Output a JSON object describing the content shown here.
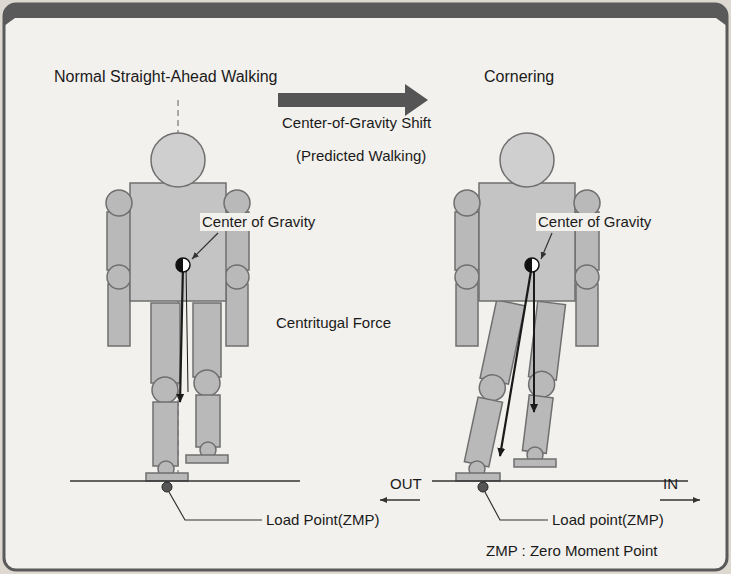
{
  "diagram": {
    "labels": [
      "Normal Straight-Ahead Walking",
      "Cornering",
      "Center-of-Gravity Shift",
      "(Predicted Walking)",
      "Center of Gravity",
      "Center of Gravity",
      "Centritugal Force",
      "OUT",
      "IN",
      "Load Point(ZMP)",
      "Load point(ZMP)",
      "ZMP : Zero Moment Point"
    ]
  }
}
